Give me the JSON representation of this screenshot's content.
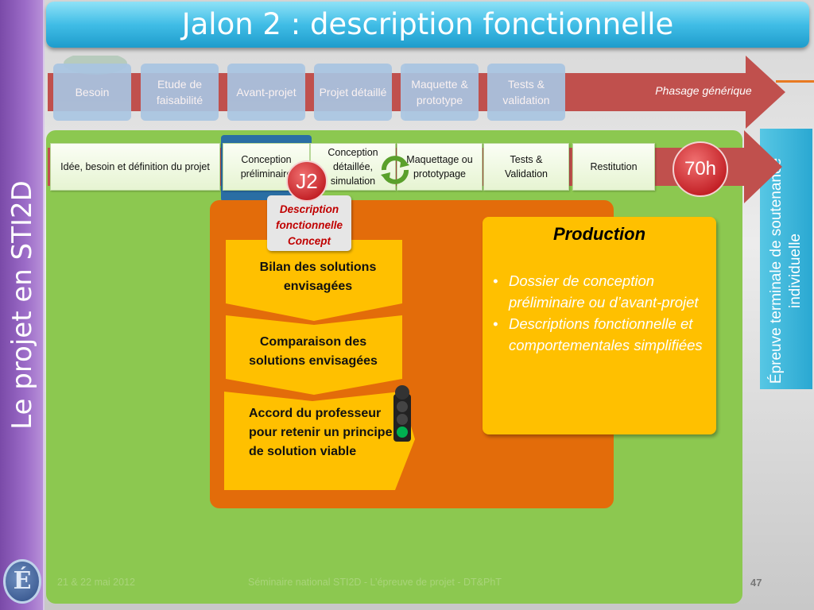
{
  "slide": {
    "title": "Jalon 2 : description fonctionnelle",
    "side_title": "Le projet en STI2D",
    "seal_letter": "É",
    "page_number": "47"
  },
  "generic_phases": {
    "label": "Phasage générique",
    "items": [
      {
        "label": "Besoin"
      },
      {
        "label": "Etude de faisabilité"
      },
      {
        "label": "Avant-projet"
      },
      {
        "label": "Projet détaillé"
      },
      {
        "label": "Maquette & prototype"
      },
      {
        "label": "Tests & validation"
      }
    ]
  },
  "project_steps": {
    "items": [
      {
        "label": "Idée, besoin et définition du projet"
      },
      {
        "label": "Conception préliminaire"
      },
      {
        "label": "Conception détaillée, simulation"
      },
      {
        "label": "Maquettage ou prototypage"
      },
      {
        "label": "Tests & Validation"
      },
      {
        "label": "Restitution"
      }
    ],
    "duration_badge": "70h",
    "milestone_badge": "J2"
  },
  "side_box": {
    "text": "Épreuve terminale de soutenance  individuelle"
  },
  "jalon": {
    "tag": "Description fonctionnelle Concept",
    "steps": [
      {
        "label": "Bilan des solutions envisagées"
      },
      {
        "label": "Comparaison des solutions envisagées"
      },
      {
        "label": "Accord du professeur pour retenir un principe de solution viable"
      }
    ]
  },
  "production": {
    "title": "Production",
    "items": [
      "Dossier de conception préliminaire ou d’avant-projet",
      "Descriptions fonctionnelle et comportementales simplifiées"
    ]
  },
  "footer": {
    "date": "21 & 22 mai 2012",
    "event": "Séminaire national STI2D - L’épreuve de projet - DT&PhT"
  },
  "colors": {
    "title_bar": "#40bde6",
    "left_band": "#9c6cc8",
    "arrow_red": "#c0504d",
    "green_panel": "#8cc850",
    "orange_panel": "#e36c0a",
    "chevron_yellow": "#ffc000",
    "side_box": "#3fb7dc",
    "traffic_light_green": "#00b050"
  },
  "icons": [
    "cycle-arrows-icon",
    "traffic-light-icon",
    "logo-mark-icon"
  ]
}
